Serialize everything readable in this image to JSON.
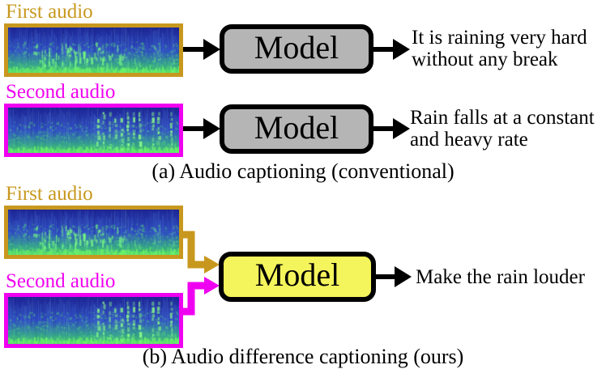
{
  "colors": {
    "gold": "#C8981E",
    "magenta": "#F000F0",
    "model_gray": "#B5B5B5",
    "model_yellow": "#F4F45C",
    "arrow_black": "#000000",
    "outline_black": "#000000",
    "spec_blue_dark": "#1E2796",
    "spec_blue": "#2B46C0",
    "spec_teal": "#2F9A86",
    "spec_green": "#45CC5E",
    "spec_green_bright": "#8CFF82"
  },
  "section_a": {
    "row1": {
      "audio_label": "First audio",
      "model_label": "Model",
      "output_line1": "It is raining very hard",
      "output_line2": "without any break"
    },
    "row2": {
      "audio_label": "Second audio",
      "model_label": "Model",
      "output_line1": "Rain falls at a constant",
      "output_line2": "and heavy rate"
    },
    "caption": "(a) Audio captioning (conventional)"
  },
  "section_b": {
    "first_audio_label": "First audio",
    "second_audio_label": "Second audio",
    "model_label": "Model",
    "output": "Make the rain louder",
    "caption": "(b) Audio difference captioning (ours)"
  }
}
